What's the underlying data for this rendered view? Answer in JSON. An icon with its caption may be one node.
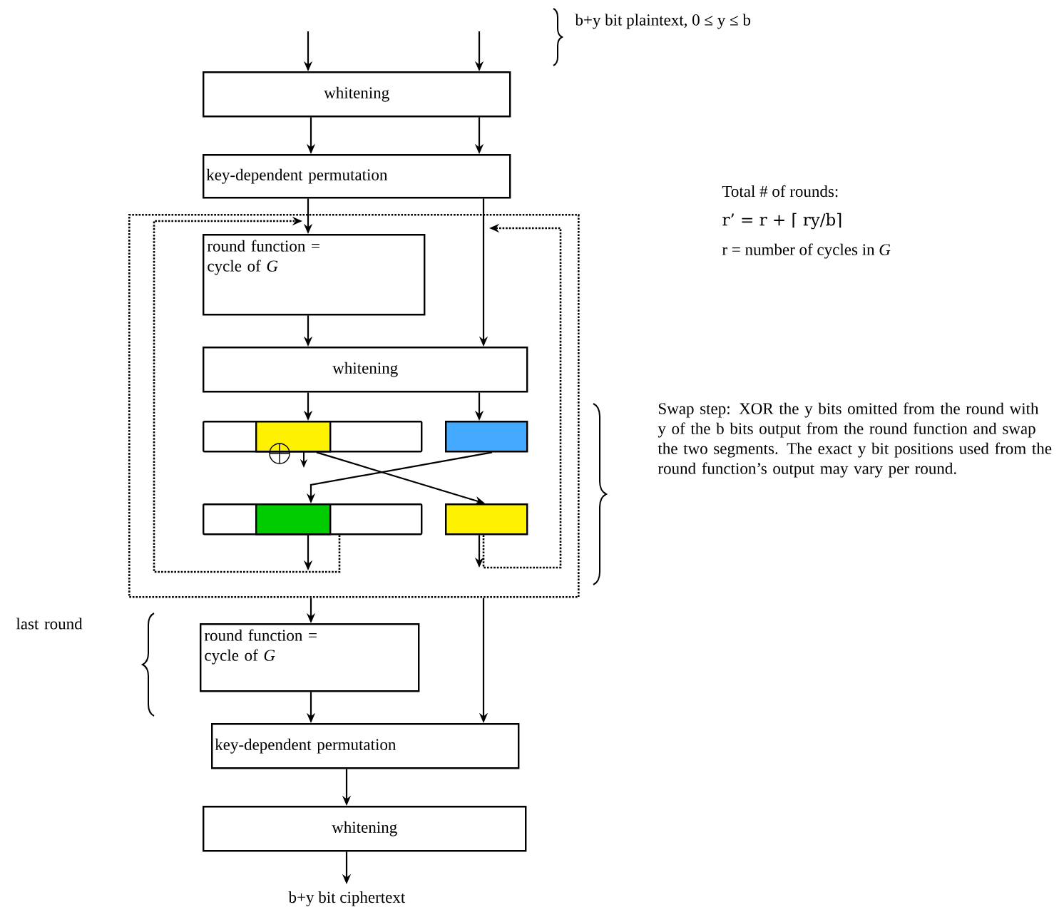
{
  "diagram": {
    "nodes": [
      {
        "text": [
          "whitening"
        ]
      },
      {
        "text": [
          "key-dependent permutation"
        ]
      },
      {
        "text": [],
        "shape": "box"
      },
      {
        "text": [
          "round function = cycle of *G*"
        ],
        "in": 2
      },
      {
        "text": [
          "whitening"
        ],
        "in": 2
      },
      {
        "text": [],
        "shape": "bar",
        "in": 2
      },
      {
        "text": [],
        "shape": "box",
        "in": 5
      },
      {
        "text": [],
        "shape": "box",
        "in": 2
      },
      {
        "text": [],
        "shape": "bar",
        "in": 2
      },
      {
        "text": [],
        "shape": "box",
        "in": 8
      },
      {
        "text": [],
        "shape": "box",
        "in": 2
      },
      {
        "text": [
          "round function = cycle of *G*"
        ]
      },
      {
        "text": [
          "key-dependent permutation"
        ]
      },
      {
        "text": [
          "whitening"
        ]
      },
      {
        "text": [
          "b+y  bit ciphertext"
        ]
      }
    ],
    "edges": [
      {
        "from": null,
        "to": 0,
        "arrow": "to"
      },
      {
        "from": null,
        "to": 0,
        "arrow": "to"
      },
      {
        "from": 0,
        "to": 1,
        "arrow": "to"
      },
      {
        "from": 0,
        "to": 1,
        "arrow": "to"
      },
      {
        "from": 1,
        "to": 3,
        "arrow": "to"
      },
      {
        "from": 1,
        "to": 4,
        "arrow": "to"
      },
      {
        "from": 3,
        "to": 4,
        "arrow": "to"
      },
      {
        "from": 4,
        "to": 6,
        "arrow": "to"
      },
      {
        "from": 4,
        "to": 7,
        "arrow": "to"
      },
      {
        "from": 7,
        "to": 9,
        "arrow": "to"
      },
      {
        "from": 6,
        "to": 10,
        "arrow": "to"
      },
      {
        "from": 9,
        "to": null,
        "arrow": "to"
      },
      {
        "from": 10,
        "to": null,
        "arrow": "to"
      },
      {
        "from": 8,
        "to": null,
        "arrow": "to",
        "style": "dashed"
      },
      {
        "from": 10,
        "to": null,
        "arrow": "to",
        "style": "dashed"
      },
      {
        "from": 2,
        "to": 11,
        "arrow": "to"
      },
      {
        "from": 2,
        "to": 12,
        "arrow": "to"
      },
      {
        "from": 11,
        "to": 12,
        "arrow": "to"
      },
      {
        "from": 12,
        "to": 13,
        "arrow": "to"
      },
      {
        "from": 13,
        "to": 14,
        "arrow": "to"
      }
    ],
    "labels": [
      "b+y bit plaintext,  0 ≤ y ≤ b",
      "Total # of rounds:",
      "r’ = r + ⌈ ry/b⌉",
      "r = number of cycles in *G*",
      "Swap step: XOR the y bits omitted from the round with y of the b bits output from the round function and swap the two segments. The exact y bit  positions used from the round function’s output may vary per round.",
      "last round"
    ]
  }
}
